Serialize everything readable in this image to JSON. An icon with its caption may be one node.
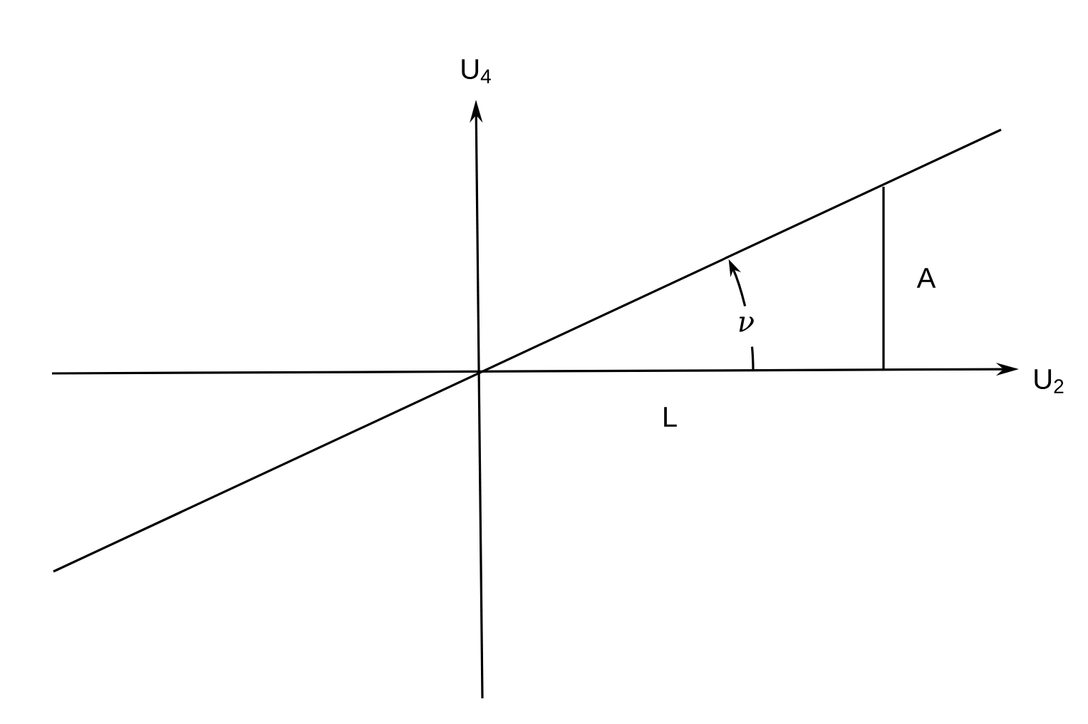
{
  "diagram": {
    "labels": [
      "U$_{4}$",
      "U$_{2}$",
      "A",
      "L",
      "ν"
    ]
  }
}
